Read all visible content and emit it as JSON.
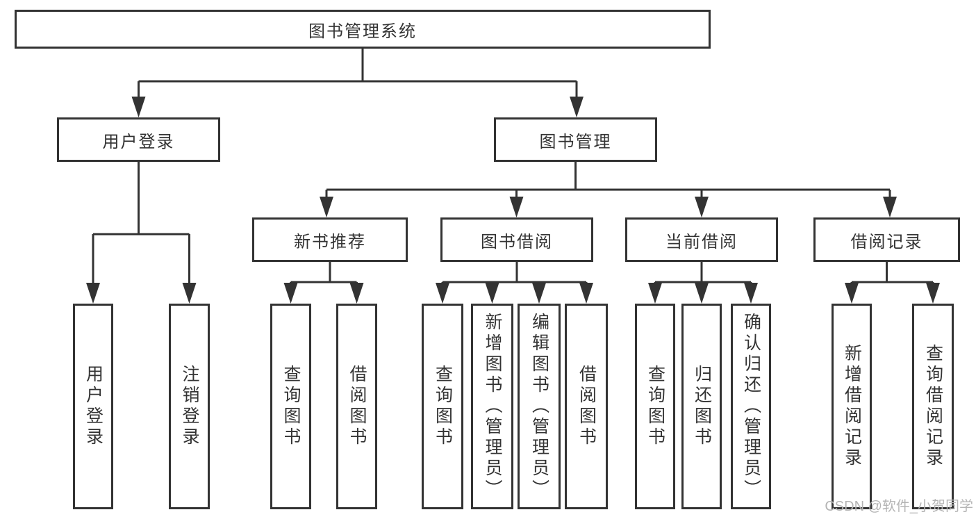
{
  "tree": {
    "label": "图书管理系统",
    "children": [
      {
        "label": "用户登录",
        "children": [
          {
            "label": "用户登录"
          },
          {
            "label": "注销登录"
          }
        ]
      },
      {
        "label": "图书管理",
        "children": [
          {
            "label": "新书推荐",
            "children": [
              {
                "label": "查询图书"
              },
              {
                "label": "借阅图书"
              }
            ]
          },
          {
            "label": "图书借阅",
            "children": [
              {
                "label": "查询图书"
              },
              {
                "label": "新增图书（管理员）"
              },
              {
                "label": "编辑图书（管理员）"
              },
              {
                "label": "借阅图书"
              }
            ]
          },
          {
            "label": "当前借阅",
            "children": [
              {
                "label": "查询图书"
              },
              {
                "label": "归还图书"
              },
              {
                "label": "确认归还（管理员）"
              }
            ]
          },
          {
            "label": "借阅记录",
            "children": [
              {
                "label": "新增借阅记录"
              },
              {
                "label": "查询借阅记录"
              }
            ]
          }
        ]
      }
    ]
  },
  "watermark": {
    "text": "CSDN @软件_小贺同学"
  },
  "colors": {
    "line": "#333333",
    "box_border": "#333333",
    "text": "#333333",
    "watermark": "#b5b5b5",
    "background": "#ffffff"
  }
}
